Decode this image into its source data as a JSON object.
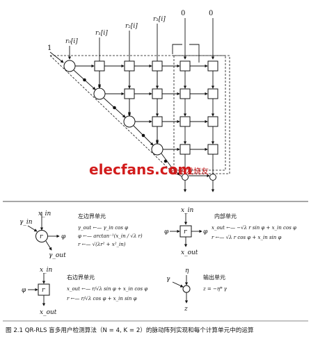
{
  "array": {
    "inputs": [
      "r₀[i]",
      "r₁[i]",
      "r₂[i]",
      "r₃[i]",
      "0",
      "0"
    ],
    "gamma_input": "1"
  },
  "watermark": {
    "site": "elecfans.com",
    "cn": "电子发烧友"
  },
  "legend": {
    "left_boundary": {
      "title": "左边界单元",
      "in_x": "x_in",
      "in_gamma": "γ_in",
      "out_phi": "φ",
      "out_gamma": "γ_out",
      "cell": "r",
      "eq1": "γ_out ←— γ_in cos φ",
      "eq2": "φ ←— arctan⁻¹(x_in / √λ r)",
      "eq3": "r ←— √(λr² + x²_in)"
    },
    "internal": {
      "title": "内部单元",
      "in_x": "x_in",
      "out_x": "x_out",
      "in_phi": "φ",
      "out_phi": "φ",
      "cell": "r",
      "eq1": "x_out ←— −√λ r sin φ + x_in cos φ",
      "eq2": "r ←— √λ r cos φ + x_in sin φ"
    },
    "right_boundary": {
      "title": "右边界单元",
      "in_x": "x_in",
      "in_phi": "φ",
      "out_x": "x_out",
      "cell": "r",
      "eq1": "x_out ←— r/√λ sin φ + x_in cos φ",
      "eq2": "r ←— r/√λ cos φ + x_in sin φ"
    },
    "output": {
      "title": "输出单元",
      "in_eta": "η",
      "in_gamma": "γ",
      "out_z": "z",
      "eq1": "z = −η* γ"
    }
  },
  "caption": "图 2.1    QR-RLS 盲多用户检测算法（N = 4, K = 2）的脉动阵列实现和每个计算单元中的运算"
}
